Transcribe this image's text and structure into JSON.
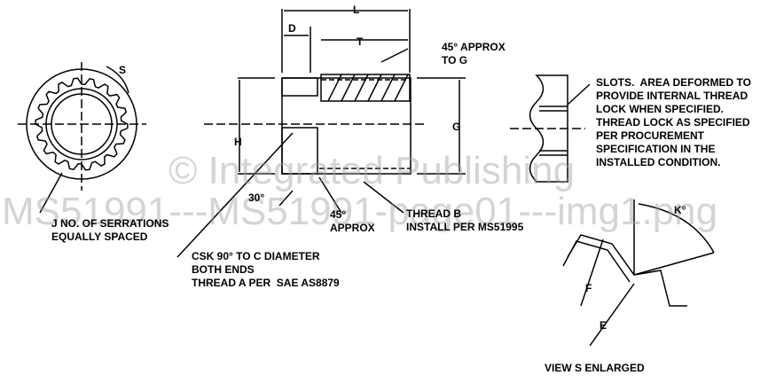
{
  "dims": {
    "L": "L",
    "D": "D",
    "T": "T",
    "G": "G",
    "H": "H",
    "S": "S",
    "K": "K°",
    "F": "F",
    "E": "E"
  },
  "notes": {
    "approx45_g": "45° APPROX\nTO G",
    "slots": "SLOTS.  AREA DEFORMED TO\nPROVIDE INTERNAL THREAD\nLOCK WHEN SPECIFIED.\nTHREAD LOCK AS SPECIFIED\nPER PROCUREMENT\nSPECIFICATION IN THE\nINSTALLED CONDITION.",
    "serrations": "J NO. OF SERRATIONS\nEQUALLY SPACED",
    "angle30": "30°",
    "approx45": "45°\nAPPROX",
    "thread_b": "THREAD B\nINSTALL PER MS51995",
    "csk": "CSK 90° TO C DIAMETER\nBOTH ENDS\nTHREAD A PER  SAE AS8879",
    "view_s": "VIEW S ENLARGED"
  },
  "watermark": {
    "line1": "© Integrated Publishing",
    "line2": "MS51991---MS51991-page01---img1.png"
  }
}
